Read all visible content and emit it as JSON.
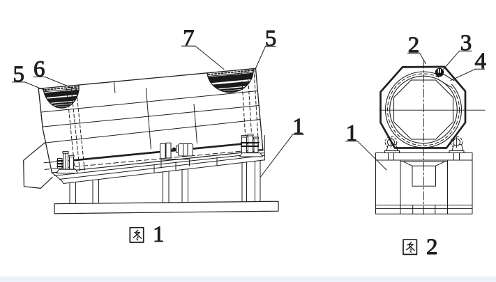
{
  "page": {
    "type": "patent-figure-sheet",
    "background_color": "#ffffff",
    "footer_strip_color": "#edf1f9",
    "line_color": "#1f1f1f"
  },
  "figures": [
    {
      "id": "figure-1",
      "title": "side elevation view of inclined drum screen on support frame",
      "caption": "图 1",
      "caption_glyph": "图",
      "caption_number": "1",
      "callouts": [
        {
          "label": "5",
          "position": "top-left"
        },
        {
          "label": "6",
          "position": "top-left"
        },
        {
          "label": "7",
          "position": "top-center"
        },
        {
          "label": "5",
          "position": "top-right"
        },
        {
          "label": "1",
          "position": "right"
        }
      ]
    },
    {
      "id": "figure-2",
      "title": "end view of octagonal drum on pedestal base",
      "caption": "图 2",
      "caption_glyph": "图",
      "caption_number": "2",
      "callouts": [
        {
          "label": "2",
          "position": "top-left"
        },
        {
          "label": "3",
          "position": "top-right"
        },
        {
          "label": "4",
          "position": "right"
        },
        {
          "label": "1",
          "position": "left"
        }
      ]
    }
  ]
}
